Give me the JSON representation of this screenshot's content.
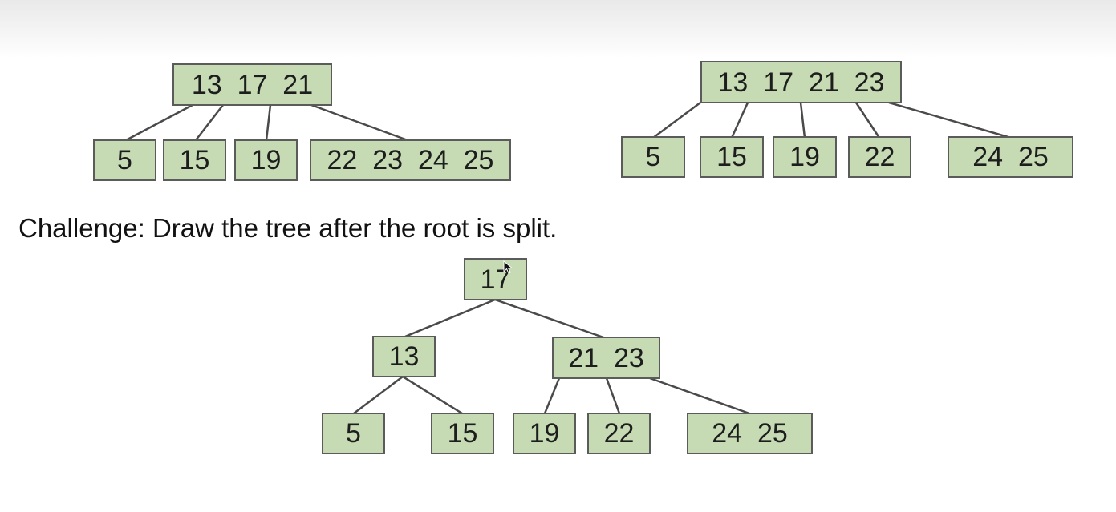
{
  "colors": {
    "node_fill": "#c6dbb3",
    "node_border": "#5b5b5b",
    "edge": "#4a4a4a",
    "text": "#1d1d1d"
  },
  "tree_left": {
    "root": "13  17  21",
    "children": [
      "5",
      "15",
      "19",
      "22  23  24  25"
    ]
  },
  "tree_right": {
    "root": "13  17  21  23",
    "children": [
      "5",
      "15",
      "19",
      "22",
      "24  25"
    ]
  },
  "caption": "Challenge: Draw the tree after the root is split.",
  "tree_bottom": {
    "root": "17",
    "left_internal": "13",
    "right_internal": "21  23",
    "leaves": [
      "5",
      "15",
      "19",
      "22",
      "24  25"
    ]
  },
  "cursor_icon": "mouse-pointer-icon"
}
